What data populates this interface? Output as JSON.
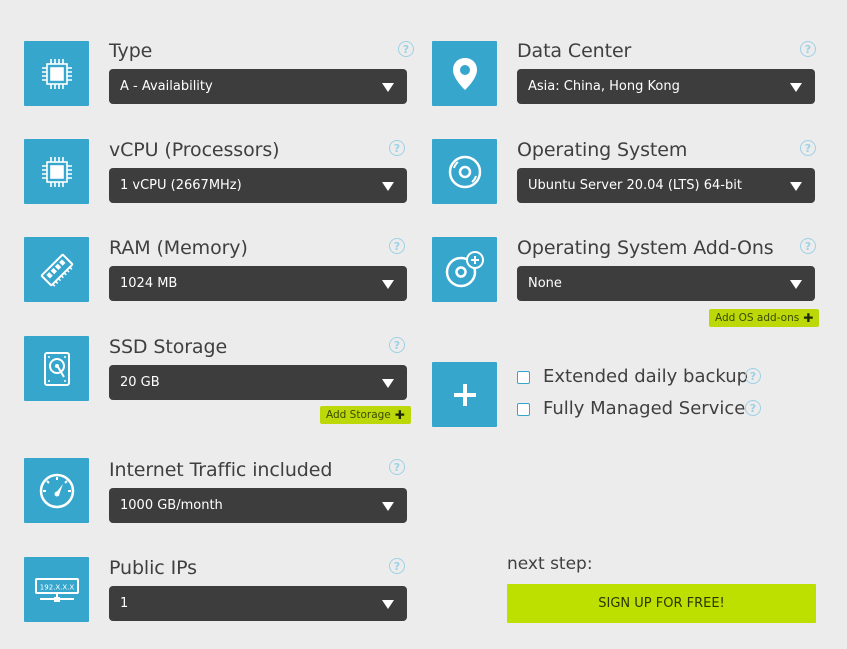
{
  "left": {
    "type": {
      "label": "Type",
      "value": "A - Availability",
      "icon": "cpu-chip-icon"
    },
    "vcpu": {
      "label": "vCPU (Processors)",
      "value": "1 vCPU (2667MHz)",
      "icon": "cpu-chip-icon"
    },
    "ram": {
      "label": "RAM (Memory)",
      "value": "1024 MB",
      "icon": "ram-module-icon"
    },
    "ssd": {
      "label": "SSD Storage",
      "value": "20 GB",
      "icon": "hard-drive-icon",
      "add_label": "Add Storage"
    },
    "traffic": {
      "label": "Internet Traffic included",
      "value": "1000 GB/month",
      "icon": "speedometer-icon"
    },
    "ips": {
      "label": "Public IPs",
      "value": "1",
      "icon": "ip-address-icon",
      "icon_text": "192.X.X.X"
    }
  },
  "right": {
    "datacenter": {
      "label": "Data Center",
      "value": "Asia: China, Hong Kong",
      "icon": "location-pin-icon"
    },
    "os": {
      "label": "Operating System",
      "value": "Ubuntu Server 20.04 (LTS) 64-bit",
      "icon": "disc-icon"
    },
    "os_addons": {
      "label": "Operating System Add-Ons",
      "value": "None",
      "icon": "disc-add-icon",
      "add_label": "Add OS add-ons"
    },
    "extras": {
      "icon": "plus-icon",
      "options": [
        {
          "label": "Extended daily backup",
          "checked": false
        },
        {
          "label": "Fully Managed Service",
          "checked": false
        }
      ]
    }
  },
  "help_glyph": "?",
  "next_step": {
    "label": "next step:",
    "button": "SIGN UP FOR FREE!"
  },
  "colors": {
    "tile": "#36a6cc",
    "select": "#3d3d3d",
    "accent_green": "#bde000",
    "background": "#ececec"
  }
}
